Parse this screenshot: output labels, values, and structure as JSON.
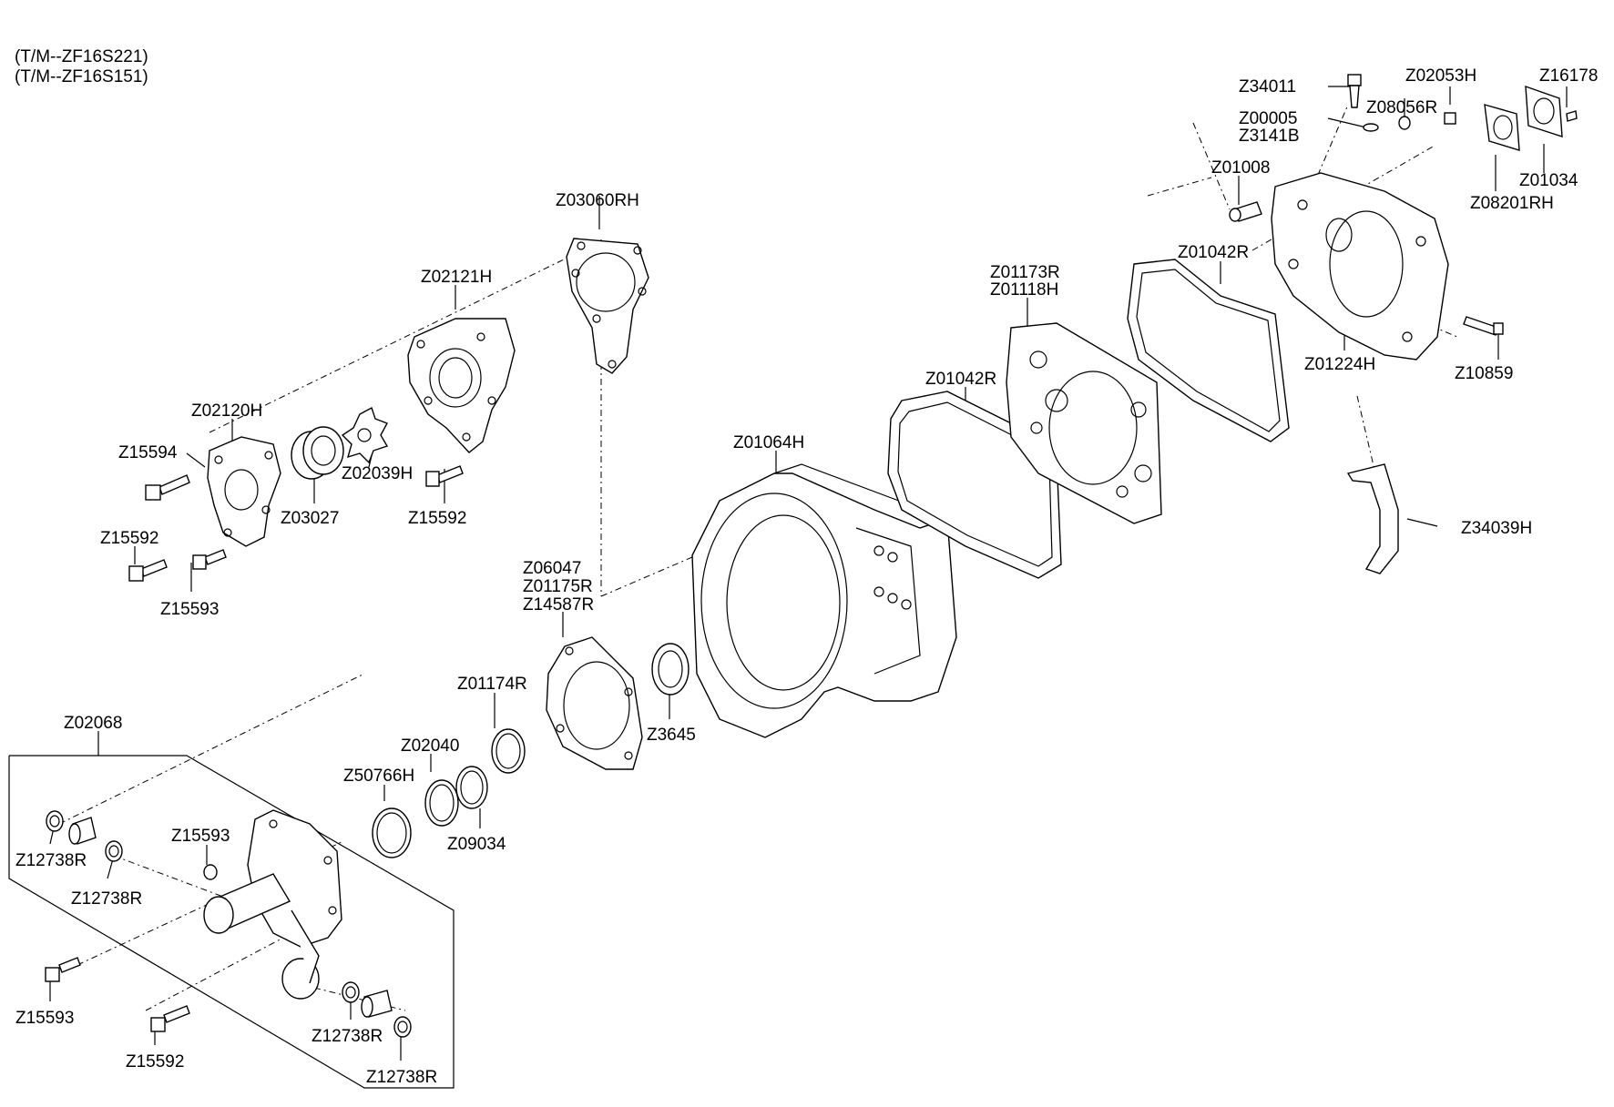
{
  "header": {
    "line1": "(T/M--ZF16S221)",
    "line2": "(T/M--ZF16S151)"
  },
  "labels": {
    "z34011": "Z34011",
    "z02053h": "Z02053H",
    "z16178": "Z16178",
    "z00005": "Z00005",
    "z3141b": "Z3141B",
    "z08056r": "Z08056R",
    "z01008": "Z01008",
    "z01034": "Z01034",
    "z08201rh": "Z08201RH",
    "z03060rh": "Z03060RH",
    "z01173r": "Z01173R",
    "z01118h": "Z01118H",
    "z01042r_top": "Z01042R",
    "z02121h": "Z02121H",
    "z01224h": "Z01224H",
    "z10859": "Z10859",
    "z01042r_mid": "Z01042R",
    "z02120h": "Z02120H",
    "z01064h": "Z01064H",
    "z15594": "Z15594",
    "z02039h": "Z02039H",
    "z03027": "Z03027",
    "z15592_top": "Z15592",
    "z15592_left": "Z15592",
    "z34039h": "Z34039H",
    "z15593_left": "Z15593",
    "z06047": "Z06047",
    "z01175r": "Z01175R",
    "z14587r": "Z14587R",
    "z01174r": "Z01174R",
    "z3645": "Z3645",
    "z02068": "Z02068",
    "z02040": "Z02040",
    "z50766h": "Z50766H",
    "z09034": "Z09034",
    "z15593_mid": "Z15593",
    "z12738r_a": "Z12738R",
    "z12738r_b": "Z12738R",
    "z15593_bot": "Z15593",
    "z15592_bot": "Z15592",
    "z12738r_c": "Z12738R",
    "z12738r_d": "Z12738R"
  }
}
